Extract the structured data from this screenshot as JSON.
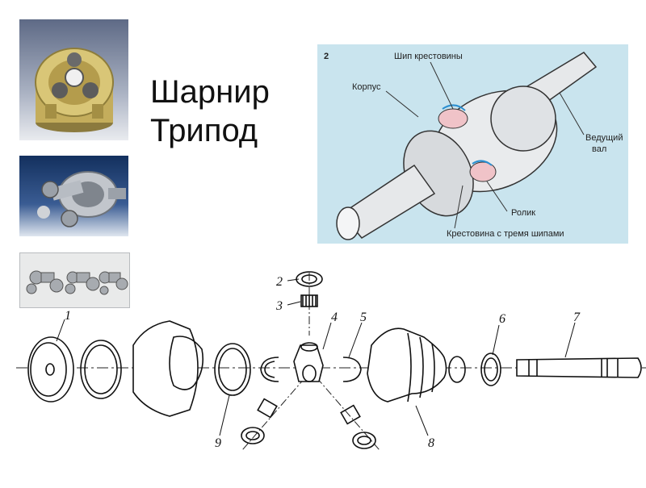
{
  "title": {
    "line1": "Шарнир",
    "line2": "Трипод"
  },
  "diagram": {
    "figure_number": "2",
    "labels": {
      "spike": "Шип крестовины",
      "housing": "Корпус",
      "drive_shaft_1": "Ведущий",
      "drive_shaft_2": "вал",
      "roller": "Ролик",
      "spider": "Крестовина с тремя шипами"
    },
    "background": "#c9e4ee"
  },
  "exploded": {
    "part_numbers": [
      "1",
      "2",
      "3",
      "4",
      "5",
      "6",
      "7",
      "8",
      "9"
    ]
  },
  "colors": {
    "brass": "#c9b46a",
    "steel": "#9aa3ad",
    "photo_bg_dark": "#1d3a66"
  }
}
